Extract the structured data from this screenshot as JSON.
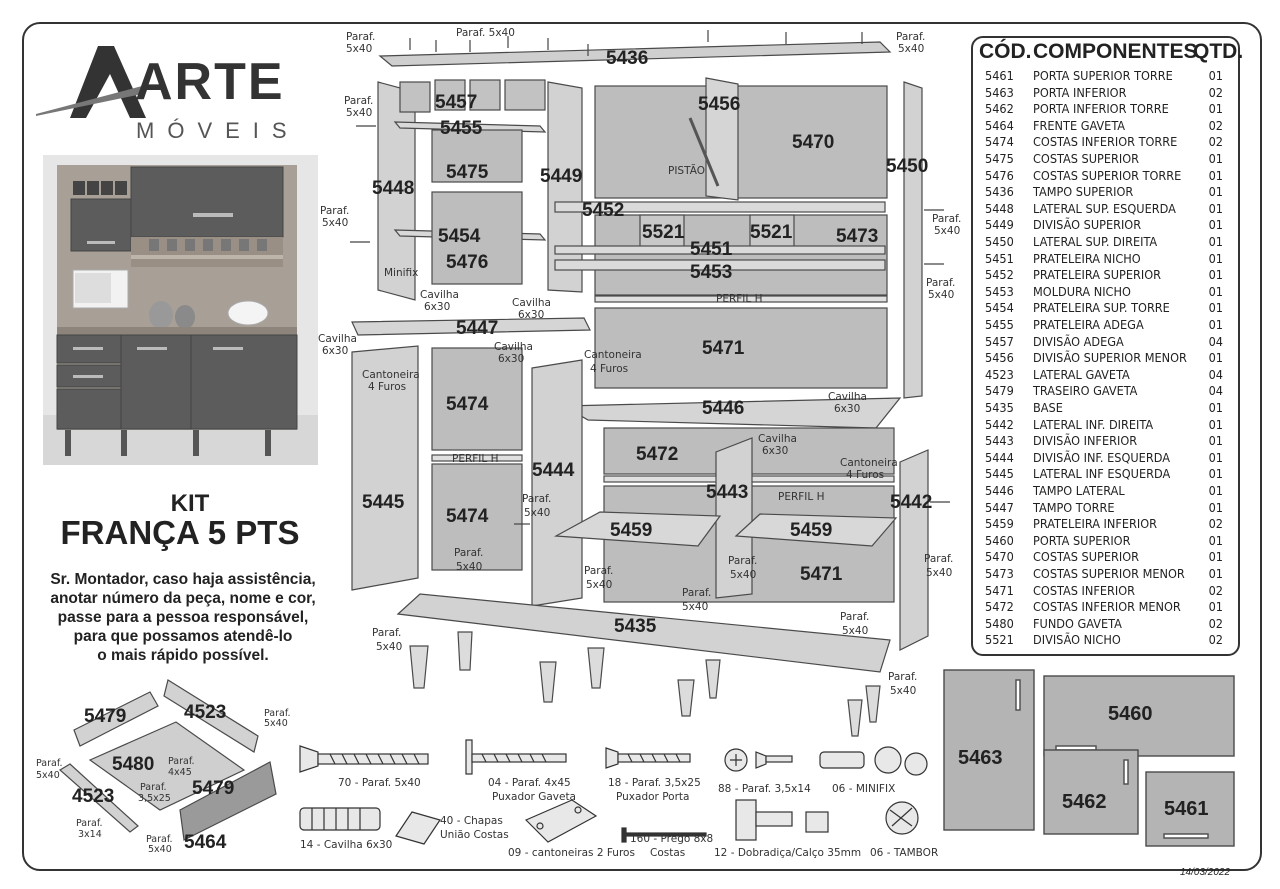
{
  "brand": {
    "name": "ARTE",
    "sub": "MÓVEIS"
  },
  "kit": {
    "line1": "KIT",
    "line2": "FRANÇA 5 PTS"
  },
  "note": [
    "Sr. Montador, caso haja assistência,",
    "anotar número da peça, nome e cor,",
    "passe para a pessoa responsável,",
    "para que possamos atendê-lo",
    "o mais rápido possível."
  ],
  "table": {
    "headers": {
      "code": "CÓD.",
      "name": "COMPONENTES",
      "qty": "QTD."
    },
    "rows": [
      {
        "code": "5461",
        "name": "PORTA SUPERIOR TORRE",
        "qty": "01"
      },
      {
        "code": "5463",
        "name": "PORTA INFERIOR",
        "qty": "02"
      },
      {
        "code": "5462",
        "name": "PORTA INFERIOR TORRE",
        "qty": "01"
      },
      {
        "code": "5464",
        "name": "FRENTE GAVETA",
        "qty": "02"
      },
      {
        "code": "5474",
        "name": "COSTAS INFERIOR TORRE",
        "qty": "02"
      },
      {
        "code": "5475",
        "name": "COSTAS SUPERIOR",
        "qty": "01"
      },
      {
        "code": "5476",
        "name": "COSTAS SUPERIOR TORRE",
        "qty": "01"
      },
      {
        "code": "5436",
        "name": "TAMPO SUPERIOR",
        "qty": "01"
      },
      {
        "code": "5448",
        "name": "LATERAL SUP. ESQUERDA",
        "qty": "01"
      },
      {
        "code": "5449",
        "name": "DIVISÃO SUPERIOR",
        "qty": "01"
      },
      {
        "code": "5450",
        "name": "LATERAL SUP. DIREITA",
        "qty": "01"
      },
      {
        "code": "5451",
        "name": "PRATELEIRA NICHO",
        "qty": "01"
      },
      {
        "code": "5452",
        "name": "PRATELEIRA SUPERIOR",
        "qty": "01"
      },
      {
        "code": "5453",
        "name": "MOLDURA NICHO",
        "qty": "01"
      },
      {
        "code": "5454",
        "name": "PRATELEIRA SUP. TORRE",
        "qty": "01"
      },
      {
        "code": "5455",
        "name": "PRATELEIRA ADEGA",
        "qty": "01"
      },
      {
        "code": "5457",
        "name": "DIVISÃO ADEGA",
        "qty": "04"
      },
      {
        "code": "5456",
        "name": "DIVISÃO SUPERIOR MENOR",
        "qty": "01"
      },
      {
        "code": "4523",
        "name": "LATERAL GAVETA",
        "qty": "04"
      },
      {
        "code": "5479",
        "name": "TRASEIRO GAVETA",
        "qty": "04"
      },
      {
        "code": "5435",
        "name": "BASE",
        "qty": "01"
      },
      {
        "code": "5442",
        "name": "LATERAL INF. DIREITA",
        "qty": "01"
      },
      {
        "code": "5443",
        "name": "DIVISÃO INFERIOR",
        "qty": "01"
      },
      {
        "code": "5444",
        "name": "DIVISÃO INF. ESQUERDA",
        "qty": "01"
      },
      {
        "code": "5445",
        "name": "LATERAL INF ESQUERDA",
        "qty": "01"
      },
      {
        "code": "5446",
        "name": "TAMPO LATERAL",
        "qty": "01"
      },
      {
        "code": "5447",
        "name": "TAMPO TORRE",
        "qty": "01"
      },
      {
        "code": "5459",
        "name": "PRATELEIRA INFERIOR",
        "qty": "02"
      },
      {
        "code": "5460",
        "name": "PORTA SUPERIOR",
        "qty": "01"
      },
      {
        "code": "5470",
        "name": "COSTAS SUPERIOR",
        "qty": "01"
      },
      {
        "code": "5473",
        "name": "COSTAS SUPERIOR MENOR",
        "qty": "01"
      },
      {
        "code": "5471",
        "name": "COSTAS INFERIOR",
        "qty": "02"
      },
      {
        "code": "5472",
        "name": "COSTAS INFERIOR MENOR",
        "qty": "01"
      },
      {
        "code": "5480",
        "name": "FUNDO GAVETA",
        "qty": "02"
      },
      {
        "code": "5521",
        "name": "DIVISÃO NICHO",
        "qty": "02"
      }
    ]
  },
  "parts": {
    "p5436": "5436",
    "p5457": "5457",
    "p5455": "5455",
    "p5475": "5475",
    "p5448": "5448",
    "p5449": "5449",
    "p5456": "5456",
    "p5470": "5470",
    "p5450": "5450",
    "p5452": "5452",
    "p5521a": "5521",
    "p5521b": "5521",
    "p5451": "5451",
    "p5473": "5473",
    "p5453": "5453",
    "p5454": "5454",
    "p5476": "5476",
    "p5447": "5447",
    "p5471a": "5471",
    "p5446": "5446",
    "p5474a": "5474",
    "p5474b": "5474",
    "p5472": "5472",
    "p5444": "5444",
    "p5443": "5443",
    "p5442": "5442",
    "p5445": "5445",
    "p5459a": "5459",
    "p5459b": "5459",
    "p5471b": "5471",
    "p5435": "5435",
    "p5479a": "5479",
    "p5523a": "4523",
    "p5480": "5480",
    "p5523b": "4523",
    "p5479b": "5479",
    "p5464": "5464",
    "p5463": "5463",
    "p5460": "5460",
    "p5462": "5462",
    "p5461": "5461"
  },
  "callouts": {
    "paraf_tl": [
      "Paraf.",
      "5x40"
    ],
    "paraf_top": "Paraf. 5x40",
    "paraf_tr": [
      "Paraf.",
      "5x40"
    ],
    "paraf_l1": [
      "Paraf.",
      "5x40"
    ],
    "paraf_l2": [
      "Paraf.",
      "5x40"
    ],
    "paraf_r1": [
      "Paraf.",
      "5x40"
    ],
    "paraf_r2": [
      "Paraf.",
      "5x40"
    ],
    "pistao": "PISTÃO",
    "minifix": "Minifix",
    "cavilha1": [
      "Cavilha",
      "6x30"
    ],
    "cavilha2": [
      "Cavilha",
      "6x30"
    ],
    "cavilha3": [
      "Cavilha",
      "6x30"
    ],
    "cavilha4": [
      "Cavilha",
      "6x30"
    ],
    "cavilha5": [
      "Cavilha",
      "6x30"
    ],
    "cavilha6": [
      "Cavilha",
      "6x30"
    ],
    "perfil1": "PERFIL H",
    "perfil2": "PERFIL H",
    "perfil3": "PERFIL H",
    "cant1": [
      "Cantoneira",
      "4 Furos"
    ],
    "cant2": [
      "Cantoneira",
      "4 Furos"
    ],
    "cant3": [
      "Cantoneira",
      "4 Furos"
    ],
    "paraf_b1": [
      "Paraf.",
      "5x40"
    ],
    "paraf_b2": [
      "Paraf.",
      "5x40"
    ],
    "paraf_b3": [
      "Paraf.",
      "5x40"
    ],
    "paraf_b4": [
      "Paraf.",
      "5x40"
    ],
    "paraf_b5": [
      "Paraf.",
      "5x40"
    ],
    "paraf_b6": [
      "Paraf.",
      "5x40"
    ],
    "paraf_b7": [
      "Paraf.",
      "5x40"
    ],
    "paraf_b8": [
      "Paraf.",
      "5x40"
    ],
    "paraf_b9": [
      "Paraf.",
      "5x40"
    ],
    "drawer": {
      "paraf1": [
        "Paraf.",
        "5x40"
      ],
      "paraf2": [
        "Paraf.",
        "5x40"
      ],
      "paraf3": [
        "Paraf.",
        "4x45"
      ],
      "paraf4": [
        "Paraf.",
        "3,5x25"
      ],
      "paraf5": [
        "Paraf.",
        "3x14"
      ],
      "paraf6": [
        "Paraf.",
        "5x40"
      ]
    }
  },
  "hardware": [
    {
      "label": [
        "70 - Paraf. 5x40"
      ]
    },
    {
      "label": [
        "04 - Paraf. 4x45",
        "Puxador Gaveta"
      ]
    },
    {
      "label": [
        "18 - Paraf. 3,5x25",
        "Puxador Porta"
      ]
    },
    {
      "label": [
        "88 - Paraf. 3,5x14"
      ]
    },
    {
      "label": [
        "06 - MINIFIX"
      ]
    },
    {
      "label": [
        "14 - Cavilha 6x30"
      ]
    },
    {
      "label": [
        "40 - Chapas",
        "União Costas"
      ]
    },
    {
      "label": [
        "09 - cantoneiras 2 Furos"
      ]
    },
    {
      "label": [
        "160 - Prego 8x8",
        "Costas"
      ]
    },
    {
      "label": [
        "12 - Dobradiça/Calço 35mm"
      ]
    },
    {
      "label": [
        "06 - TAMBOR"
      ]
    }
  ],
  "date": "14/03/2022",
  "colors": {
    "panel": "#b9b9b9",
    "panel_dark": "#8e8e8e",
    "edge": "#4a4a4a",
    "line": "#333333"
  }
}
